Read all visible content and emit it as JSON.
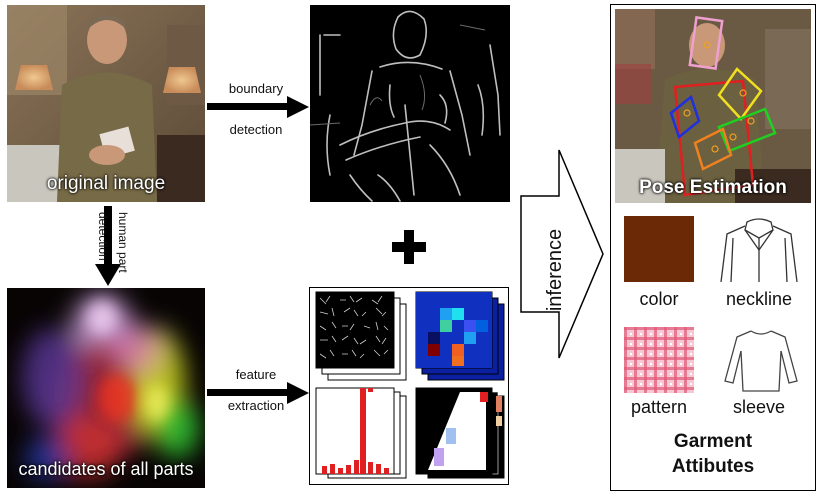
{
  "panels": {
    "original": {
      "caption": "original image"
    },
    "candidates": {
      "caption": "candidates of all parts"
    }
  },
  "arrows": {
    "boundary_line1": "boundary",
    "boundary_line2": "detection",
    "human_part_line1": "human part",
    "human_part_line2": "detection",
    "feature_line1": "feature",
    "feature_line2": "extraction",
    "inference": "inference"
  },
  "result": {
    "pose_title": "Pose Estimation",
    "attributes": {
      "color": "color",
      "neckline": "neckline",
      "pattern": "pattern",
      "sleeve": "sleeve"
    },
    "garment_line1": "Garment",
    "garment_line2": "Attibutes"
  },
  "colors": {
    "swatch_brown": "#6b2a05",
    "hist_red": "#e02020",
    "pose_pink": "#f0a0d0",
    "pose_red": "#e02020",
    "pose_yellow": "#f0e020",
    "pose_green": "#20d020",
    "pose_blue": "#2030e0",
    "pose_orange": "#f08020"
  }
}
